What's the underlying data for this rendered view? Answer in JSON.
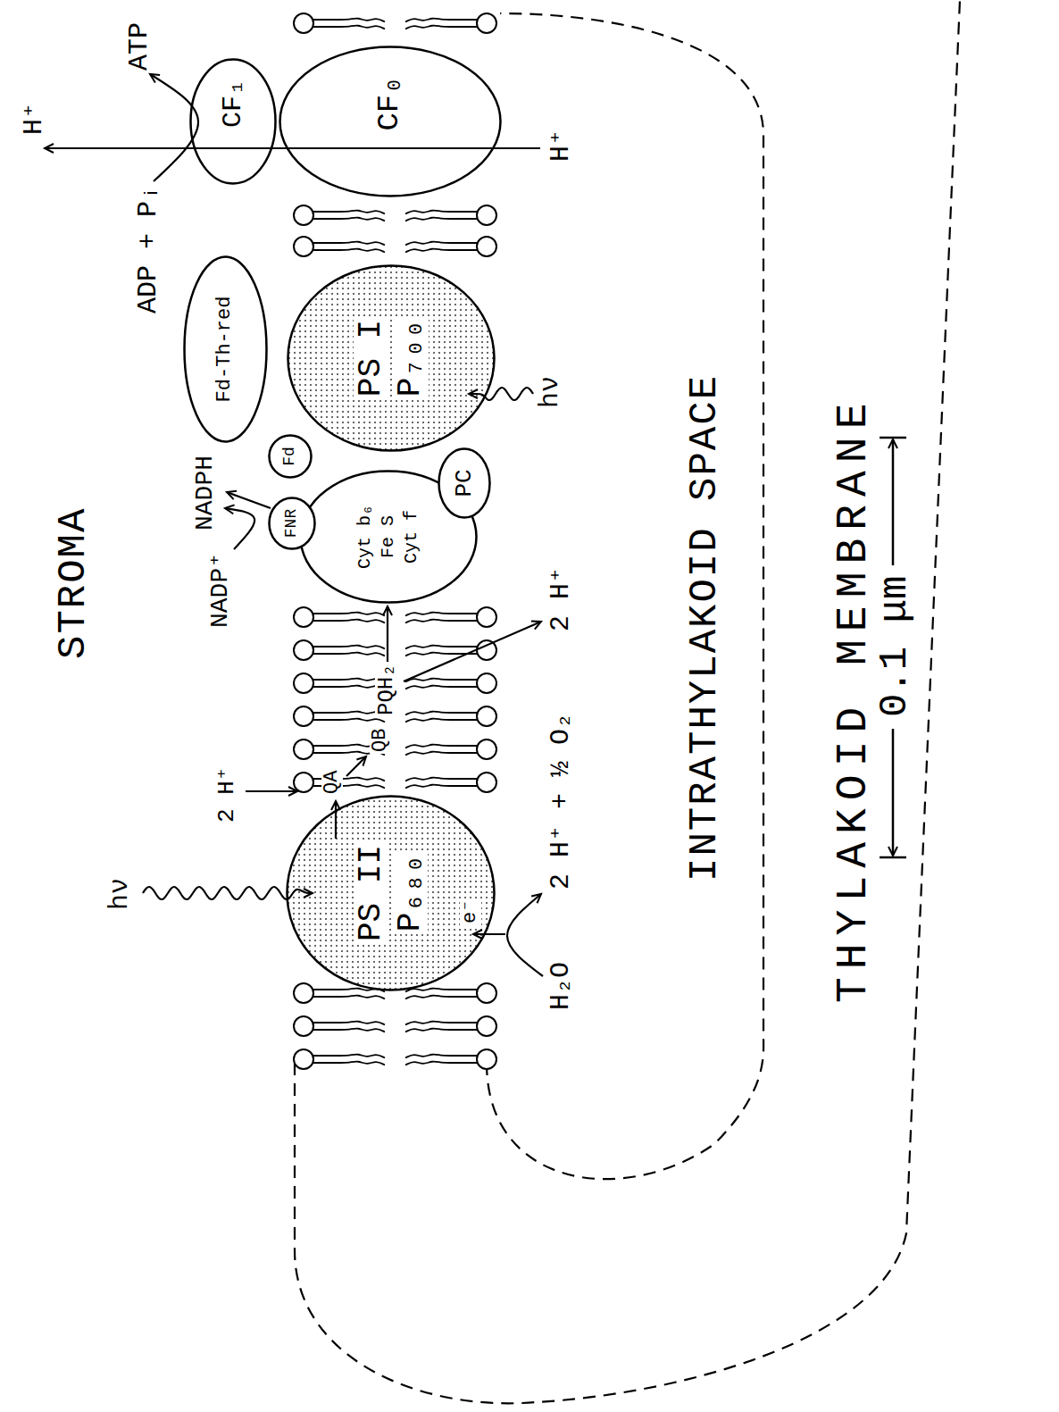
{
  "diagram": {
    "nodes": [
      {
        "text": [
          "PS II",
          "P₆₈₀"
        ]
      },
      {
        "text": [
          "Cyt b₆",
          "Fe S",
          "Cyt f"
        ]
      },
      {
        "text": [
          "FNR"
        ]
      },
      {
        "text": [
          "Fd"
        ]
      },
      {
        "text": [
          "PC"
        ]
      },
      {
        "text": [
          "PS I",
          "P₇₀₀"
        ]
      },
      {
        "text": [
          "Fd-Th-red"
        ]
      },
      {
        "text": [
          "CF₁"
        ]
      },
      {
        "text": [
          "CF₀"
        ]
      }
    ],
    "edges": [
      {
        "from": 5,
        "to": 3,
        "arrow": "to"
      },
      {
        "from": 3,
        "to": 2,
        "arrow": "to"
      },
      {
        "from": 2,
        "to": 1,
        "arrow": "to"
      },
      {
        "from": 3,
        "to": 6,
        "arrow": "to"
      },
      {
        "from": 1,
        "to": 4,
        "arrow": "to"
      },
      {
        "from": 4,
        "to": 5,
        "arrow": "to"
      },
      {
        "from": 6,
        "to": 7,
        "arrow": "to"
      }
    ],
    "labels": [
      "STROMA",
      "H⁺",
      "ATP",
      "ADP + Pᵢ",
      "H⁺",
      "hν",
      "2 H⁺",
      "QA",
      "QB",
      "PQH₂",
      "NADP⁺",
      "NADPH",
      "e⁻",
      "H₂O",
      "2 H⁺ + ½ O₂",
      "2 H⁺",
      "hν",
      "INTRATHYLAKOID SPACE",
      "THYLAKOID MEMBRANE",
      "0.1 μm"
    ]
  }
}
